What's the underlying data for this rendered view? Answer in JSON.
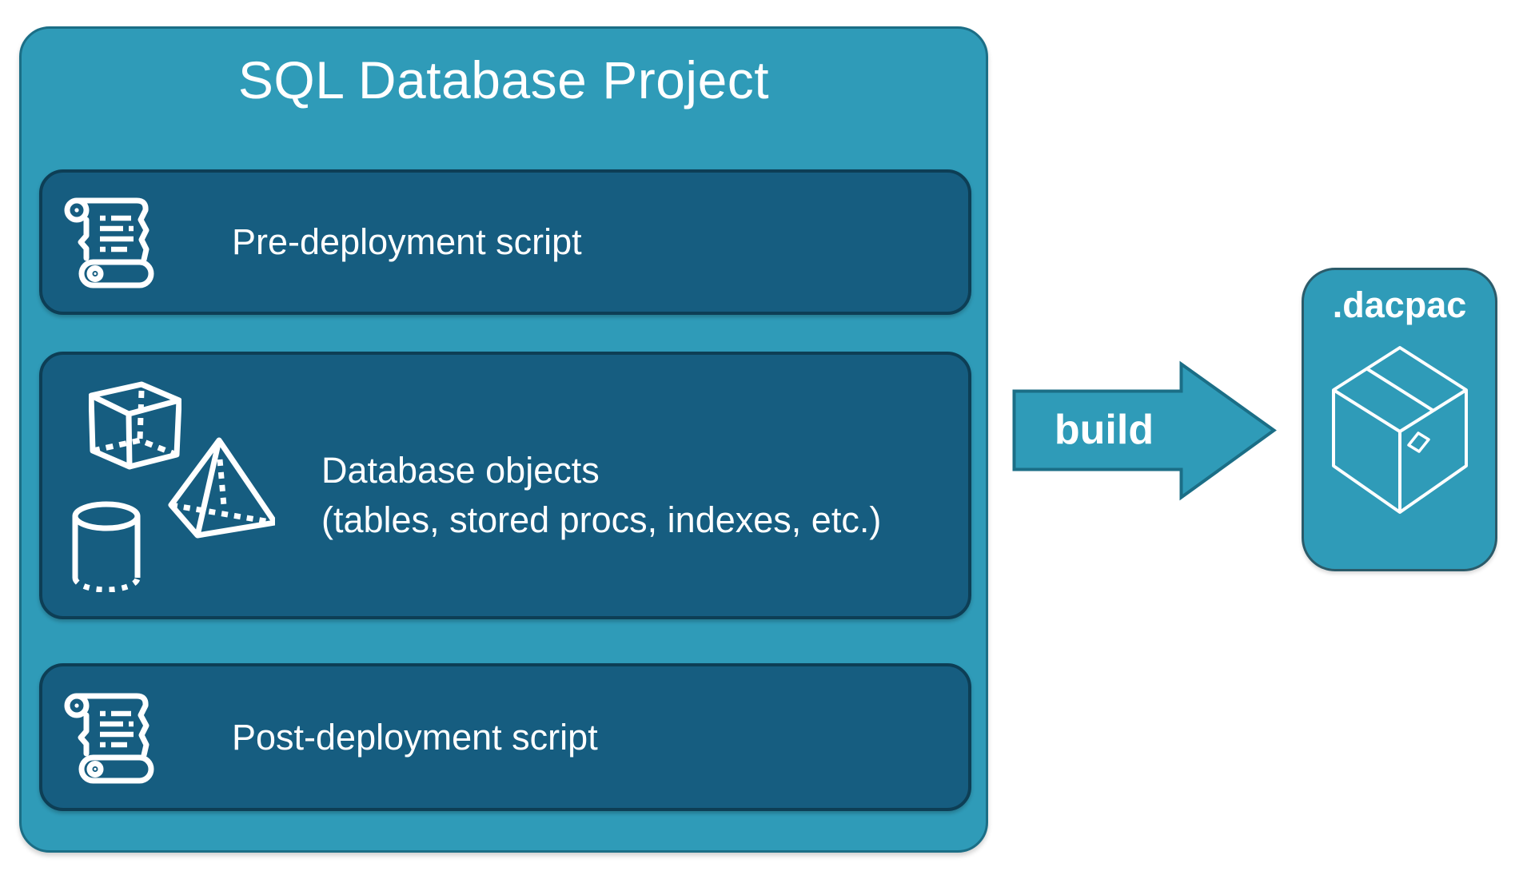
{
  "colors": {
    "canvas-bg": "#FFFFFF",
    "teal": "#2F9BB8",
    "teal-border": "#1B6E86",
    "panel": "#165D80",
    "panel-border": "#0D3E55",
    "dacpac-border": "#2B5B6A",
    "text": "#FFFFFF"
  },
  "project": {
    "title": "SQL Database Project",
    "sections": [
      {
        "id": "pre",
        "label": "Pre-deployment script",
        "icon": "scroll-icon"
      },
      {
        "id": "objects",
        "label_line1": "Database objects",
        "label_line2": "(tables, stored procs, indexes, etc.)",
        "icons": [
          "cube-icon",
          "pyramid-icon",
          "cylinder-icon"
        ]
      },
      {
        "id": "post",
        "label": "Post-deployment script",
        "icon": "scroll-icon"
      }
    ]
  },
  "arrow": {
    "label": "build",
    "direction": "right"
  },
  "dacpac": {
    "label": ".dacpac",
    "icon": "package-icon"
  }
}
